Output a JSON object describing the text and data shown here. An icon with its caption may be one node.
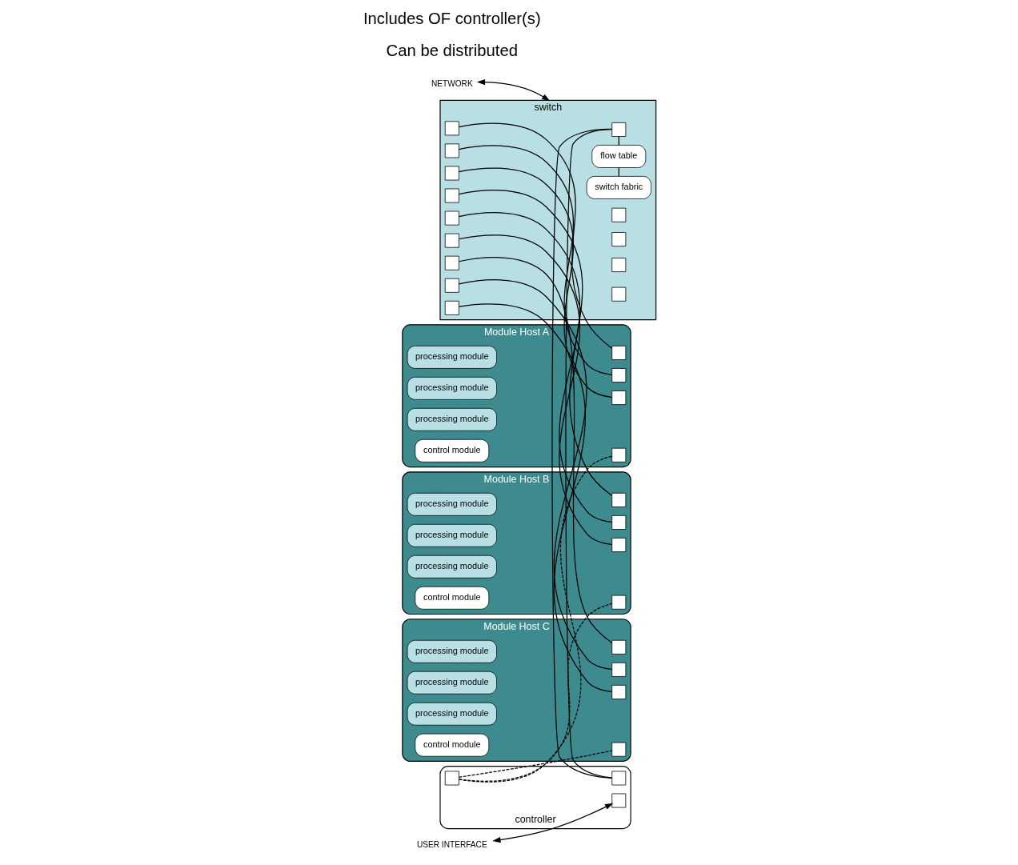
{
  "diagram": {
    "nodes": [
      {
        "text": [
          "switch"
        ]
      },
      {
        "text": [
          "switch fabric"
        ],
        "in": 0
      },
      {
        "text": [
          "flow table"
        ],
        "in": 0
      },
      {
        "text": [],
        "shape": "box",
        "in": 0
      },
      {
        "text": [],
        "shape": "box",
        "in": 0
      },
      {
        "text": [],
        "shape": "box",
        "in": 0
      },
      {
        "text": [],
        "shape": "box",
        "in": 0
      },
      {
        "text": [],
        "shape": "box",
        "in": 0
      },
      {
        "text": [],
        "shape": "box",
        "in": 0
      },
      {
        "text": [],
        "shape": "box",
        "in": 0
      },
      {
        "text": [],
        "shape": "box",
        "in": 0
      },
      {
        "text": [],
        "shape": "box",
        "in": 0
      },
      {
        "text": [],
        "shape": "box",
        "in": 0
      },
      {
        "text": [],
        "shape": "box",
        "in": 0
      },
      {
        "text": [],
        "shape": "box",
        "in": 0
      },
      {
        "text": [],
        "shape": "box",
        "in": 0
      },
      {
        "text": [],
        "shape": "box",
        "in": 0
      },
      {
        "text": [
          "Module Host A"
        ]
      },
      {
        "text": [
          "processing module"
        ],
        "in": 17
      },
      {
        "text": [
          "processing module"
        ],
        "in": 17
      },
      {
        "text": [
          "processing module"
        ],
        "in": 17
      },
      {
        "text": [
          "control module"
        ],
        "in": 17
      },
      {
        "text": [],
        "shape": "box",
        "in": 17
      },
      {
        "text": [],
        "shape": "box",
        "in": 17
      },
      {
        "text": [],
        "shape": "box",
        "in": 17
      },
      {
        "text": [],
        "shape": "box",
        "in": 17
      },
      {
        "text": [
          "Module Host B"
        ]
      },
      {
        "text": [
          "processing module"
        ],
        "in": 26
      },
      {
        "text": [
          "processing module"
        ],
        "in": 26
      },
      {
        "text": [
          "processing module"
        ],
        "in": 26
      },
      {
        "text": [
          "control module"
        ],
        "in": 26
      },
      {
        "text": [],
        "shape": "box",
        "in": 26
      },
      {
        "text": [],
        "shape": "box",
        "in": 26
      },
      {
        "text": [],
        "shape": "box",
        "in": 26
      },
      {
        "text": [],
        "shape": "box",
        "in": 26
      },
      {
        "text": [
          "Module Host C"
        ]
      },
      {
        "text": [
          "processing module"
        ],
        "in": 35
      },
      {
        "text": [
          "processing module"
        ],
        "in": 35
      },
      {
        "text": [
          "processing module"
        ],
        "in": 35
      },
      {
        "text": [
          "control module"
        ],
        "in": 35
      },
      {
        "text": [],
        "shape": "box",
        "in": 35
      },
      {
        "text": [],
        "shape": "box",
        "in": 35
      },
      {
        "text": [],
        "shape": "box",
        "in": 35
      },
      {
        "text": [],
        "shape": "box",
        "in": 35
      },
      {
        "text": [
          "controller"
        ]
      },
      {
        "text": [],
        "shape": "box",
        "in": 44
      },
      {
        "text": [],
        "shape": "box",
        "in": 44
      },
      {
        "text": [],
        "shape": "box",
        "in": 44
      },
      {
        "text": [
          "NETWORK"
        ]
      },
      {
        "text": [
          "USER INTERFACE"
        ]
      }
    ],
    "edges": [
      {
        "from": 1,
        "to": 2,
        "arrow": "none"
      },
      {
        "from": 2,
        "to": 16,
        "arrow": "none"
      },
      {
        "from": 16,
        "to": 45,
        "arrow": "none"
      },
      {
        "from": 7,
        "to": 22,
        "arrow": "none"
      },
      {
        "from": 8,
        "to": 23,
        "arrow": "none"
      },
      {
        "from": 9,
        "to": 24,
        "arrow": "none"
      },
      {
        "from": 10,
        "to": 31,
        "arrow": "none"
      },
      {
        "from": 11,
        "to": 32,
        "arrow": "none"
      },
      {
        "from": 12,
        "to": 33,
        "arrow": "none"
      },
      {
        "from": 13,
        "to": 40,
        "arrow": "none"
      },
      {
        "from": 14,
        "to": 41,
        "arrow": "none"
      },
      {
        "from": 15,
        "to": 42,
        "arrow": "none"
      },
      {
        "from": 47,
        "to": 25,
        "arrow": "none",
        "style": "dashed"
      },
      {
        "from": 47,
        "to": 34,
        "arrow": "none",
        "style": "dashed"
      },
      {
        "from": 47,
        "to": 43,
        "arrow": "none",
        "style": "dashed"
      },
      {
        "from": 48,
        "to": 0,
        "arrow": "both"
      },
      {
        "from": 49,
        "to": 46,
        "arrow": "both"
      }
    ],
    "labels": [
      "Can be distributed",
      "Includes OF controller(s)"
    ]
  }
}
